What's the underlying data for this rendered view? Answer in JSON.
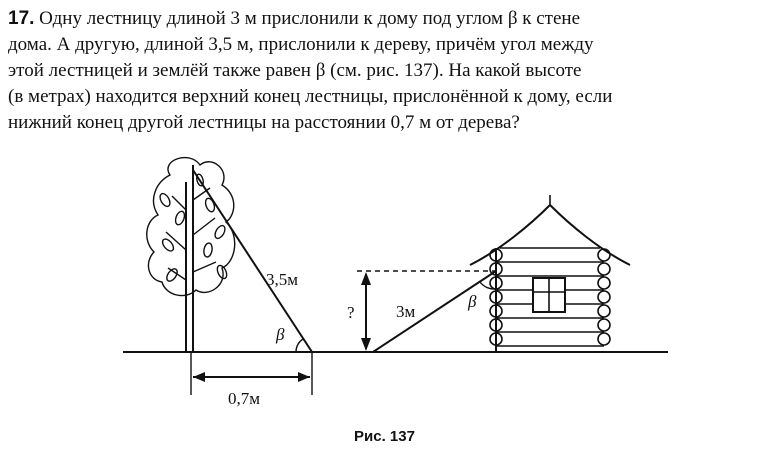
{
  "problem": {
    "number": "17.",
    "lines": [
      "Одну лестницу длиной 3 м прислонили к дому под углом β к стене",
      "дома. А другую, длиной 3,5 м, прислонили к дереву, причём угол между",
      "этой лестницей и землёй также равен β (см. рис. 137). На какой высоте",
      "(в метрах) находится верхний конец лестницы, прислонённой к дому, если",
      "нижний конец другой лестницы на расстоянии 0,7 м от дерева?"
    ]
  },
  "figure": {
    "tree_ladder_label": "3,5м",
    "house_ladder_label": "3м",
    "angle_tree": "β",
    "angle_house": "β",
    "height_label": "?",
    "distance_label": "0,7м",
    "caption": "Рис. 137"
  }
}
